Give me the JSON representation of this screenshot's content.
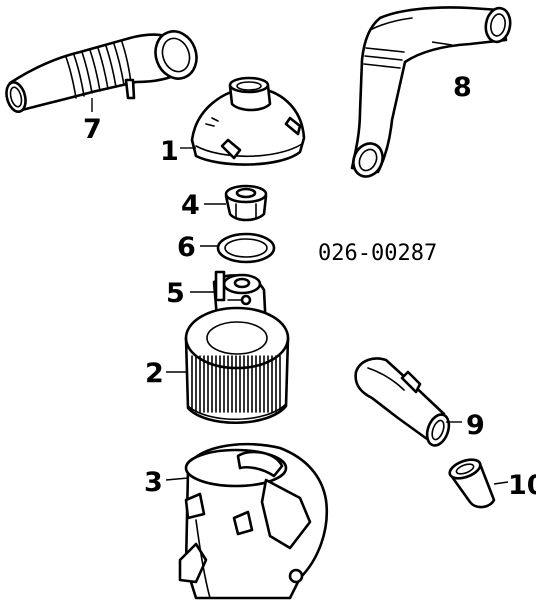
{
  "diagram": {
    "part_number": "026-00287",
    "callouts": [
      {
        "id": "7",
        "label": "7"
      },
      {
        "id": "8",
        "label": "8"
      },
      {
        "id": "1",
        "label": "1"
      },
      {
        "id": "4",
        "label": "4"
      },
      {
        "id": "6",
        "label": "6"
      },
      {
        "id": "5",
        "label": "5"
      },
      {
        "id": "2",
        "label": "2"
      },
      {
        "id": "9",
        "label": "9"
      },
      {
        "id": "3",
        "label": "3"
      },
      {
        "id": "10",
        "label": "10"
      }
    ]
  }
}
